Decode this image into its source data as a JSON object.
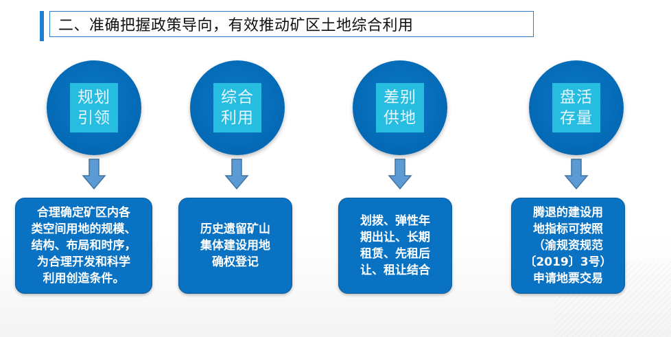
{
  "header": {
    "title": "二、准确把握政策导向，有效推动矿区土地综合利用"
  },
  "items": [
    {
      "label": [
        "规划",
        "引领"
      ],
      "lines": [
        "合理确定矿区内各",
        "类空间用地的规模、",
        "结构、布局和时序，",
        "为合理开发和科学",
        "利用创造条件。"
      ]
    },
    {
      "label": [
        "综合",
        "利用"
      ],
      "lines": [
        "历史遗留矿山",
        "集体建设用地",
        "确权登记"
      ]
    },
    {
      "label": [
        "差别",
        "供地"
      ],
      "lines": [
        "划拨、弹性年",
        "期出让、长期",
        "租赁、先租后",
        "让、租让结合"
      ]
    },
    {
      "label": [
        "盘活",
        "存量"
      ],
      "lines": [
        "腾退的建设用",
        "地指标可按照",
        "（渝规资规范",
        "〔2019〕3号）",
        "申请地票交易"
      ]
    }
  ],
  "colors": {
    "circle": "#0469b5",
    "label_bg": "#27bde0",
    "arrow": "#5b9bd5",
    "box": "#0a72c3",
    "title_border": "#2c7cc9"
  }
}
